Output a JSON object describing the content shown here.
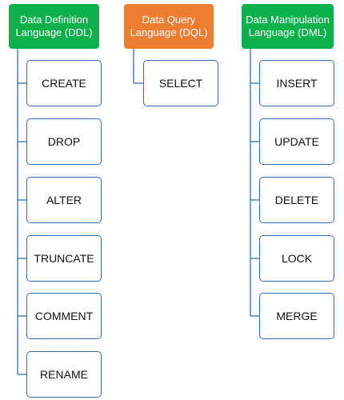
{
  "colors": {
    "ddl": "#0cb14c",
    "dql": "#ed7d31",
    "dml": "#0cb14c",
    "box_border": "#2f6fb8",
    "connector": "#2f6fb8"
  },
  "groups": [
    {
      "title": "Data Definition Language (DDL)",
      "items": [
        "CREATE",
        "DROP",
        "ALTER",
        "TRUNCATE",
        "COMMENT",
        "RENAME"
      ]
    },
    {
      "title": "Data Query Language (DQL)",
      "items": [
        "SELECT"
      ]
    },
    {
      "title": "Data Manipulation Language (DML)",
      "items": [
        "INSERT",
        "UPDATE",
        "DELETE",
        "LOCK",
        "MERGE"
      ]
    }
  ]
}
